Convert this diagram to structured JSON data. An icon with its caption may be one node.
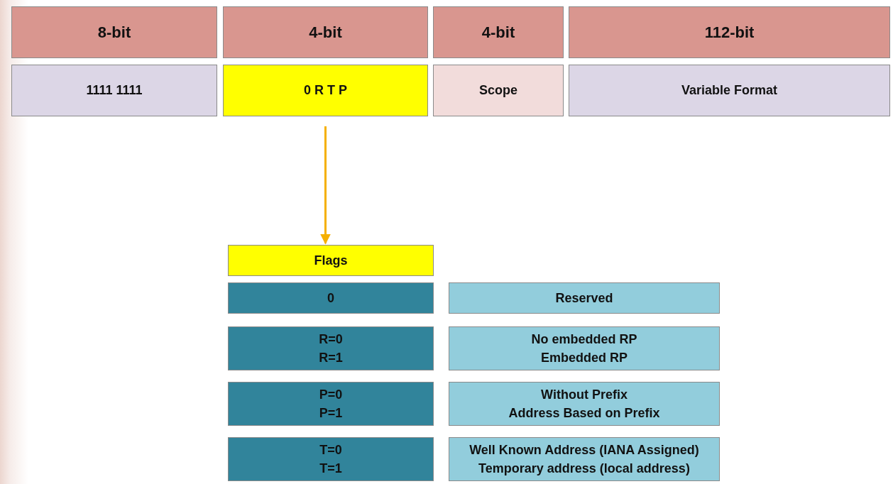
{
  "diagram": {
    "nodes": [
      {
        "text": [
          "8-bit"
        ]
      },
      {
        "text": [
          "4-bit"
        ]
      },
      {
        "text": [
          "4-bit"
        ]
      },
      {
        "text": [
          "112-bit"
        ]
      },
      {
        "text": [
          "1111 1111"
        ]
      },
      {
        "text": [
          "0 R T P"
        ]
      },
      {
        "text": [
          "Scope"
        ]
      },
      {
        "text": [
          "Variable Format"
        ]
      },
      {
        "text": [
          "Flags"
        ]
      },
      {
        "text": [
          "0"
        ]
      },
      {
        "text": [
          "Reserved"
        ]
      },
      {
        "text": [
          "R=0",
          "R=1"
        ]
      },
      {
        "text": [
          "No embedded RP",
          "Embedded RP"
        ]
      },
      {
        "text": [
          "P=0",
          "P=1"
        ]
      },
      {
        "text": [
          "Without Prefix",
          "Address Based on Prefix"
        ]
      },
      {
        "text": [
          "T=0",
          "T=1"
        ]
      },
      {
        "text": [
          "Well Known Address (IANA Assigned)",
          "Temporary address (local address)"
        ]
      }
    ],
    "edges": [
      {
        "from": 5,
        "to": 8,
        "arrow": "to",
        "color": "#f5b000"
      }
    ]
  }
}
